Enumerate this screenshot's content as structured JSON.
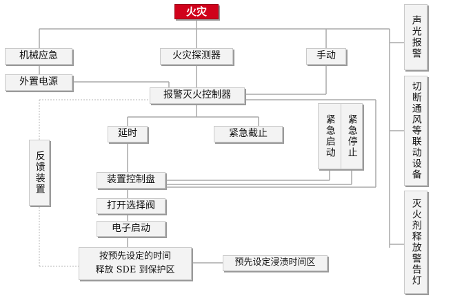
{
  "diagram": {
    "title": "火灾",
    "manual_emergency": "机械应急",
    "external_power": "外置电源",
    "fire_detector": "火灾探测器",
    "manual": "手动",
    "alarm_controller": "报警灭火控制器",
    "delay": "延时",
    "emergency_stop": "紧急截止",
    "emergency_start": "紧急启动",
    "emergency_halt": "紧急停止",
    "control_panel": "装置控制盘",
    "open_valve": "打开选择阀",
    "electronic_start": "电子启动",
    "release_line1": "按预先设定的时间",
    "release_line2": "释放 SDE 到保护区",
    "preset_soak": "预先设定浸渍时间区",
    "feedback": "反馈装置",
    "sound_light_alarm": "声光报警",
    "cut_off_linkage": "切断通风等联动设备",
    "extinguish_alarm": "灭火剂释放警告灯"
  },
  "colors": {
    "title_bg": "#d0021b",
    "box_bg": "#f3f3f3",
    "line": "#a8a8a8"
  }
}
